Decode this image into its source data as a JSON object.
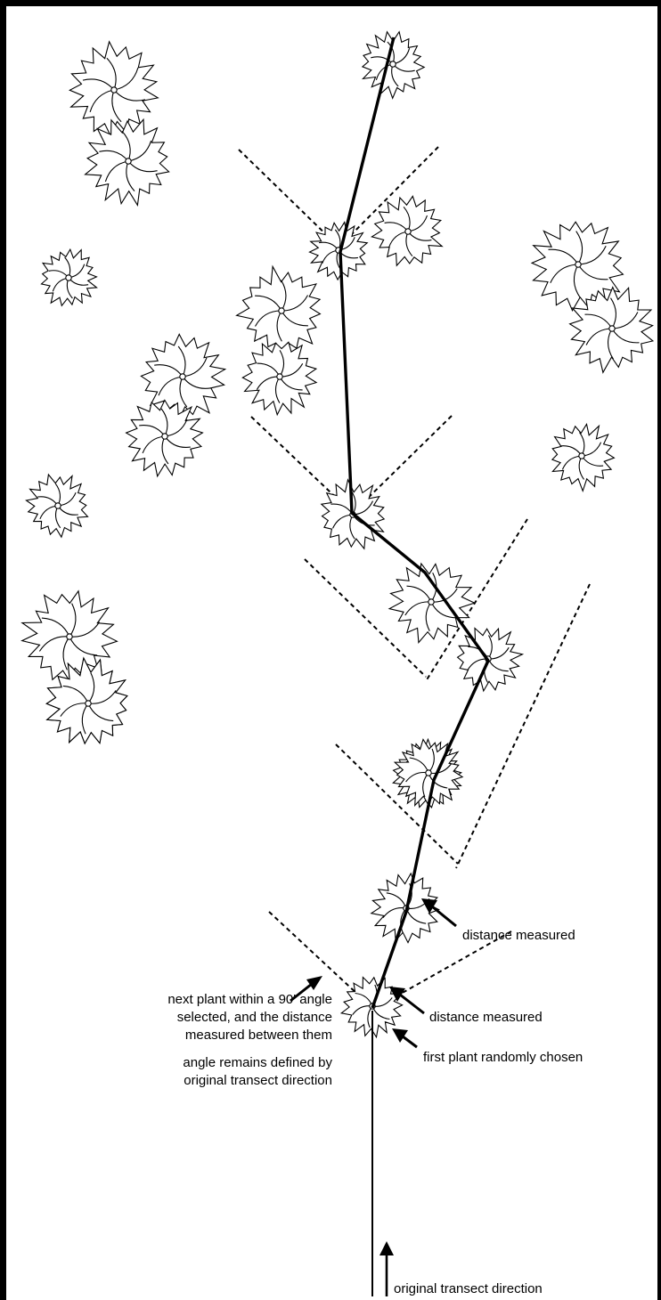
{
  "labels": {
    "transect": "original transect direction",
    "first_plant": "first plant randomly chosen",
    "distance_1": "distance measured",
    "distance_2": "distance measured",
    "next_plant": [
      "next plant within a 90' angle",
      "selected, and the distance",
      "measured between them"
    ],
    "angle_note": [
      "angle remains defined by",
      "original transect direction"
    ]
  },
  "colors": {
    "ink": "#000000",
    "background": "#ffffff"
  }
}
